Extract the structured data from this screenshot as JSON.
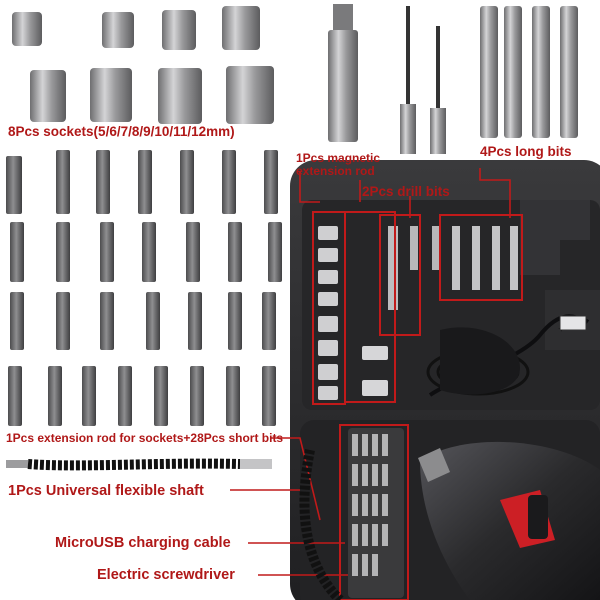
{
  "labels": {
    "sockets": "8Pcs sockets(5/6/7/8/9/10/11/12mm)",
    "extension_rod": "1Pcs magnetic extension rod",
    "drill_bits": "2Pcs drill bits",
    "long_bits": "4Pcs long bits",
    "short_bits": "1Pcs extension rod for sockets+28Pcs short bits",
    "flexible_shaft": "1Pcs Universal flexible shaft",
    "charging_cable": "MicroUSB charging cable",
    "screwdriver": "Electric screwdriver"
  },
  "colors": {
    "label_red": "#b01818",
    "case_dark": "#2b2b2d",
    "metal": "#a8a8aa",
    "handle_red": "#cc1f25"
  }
}
